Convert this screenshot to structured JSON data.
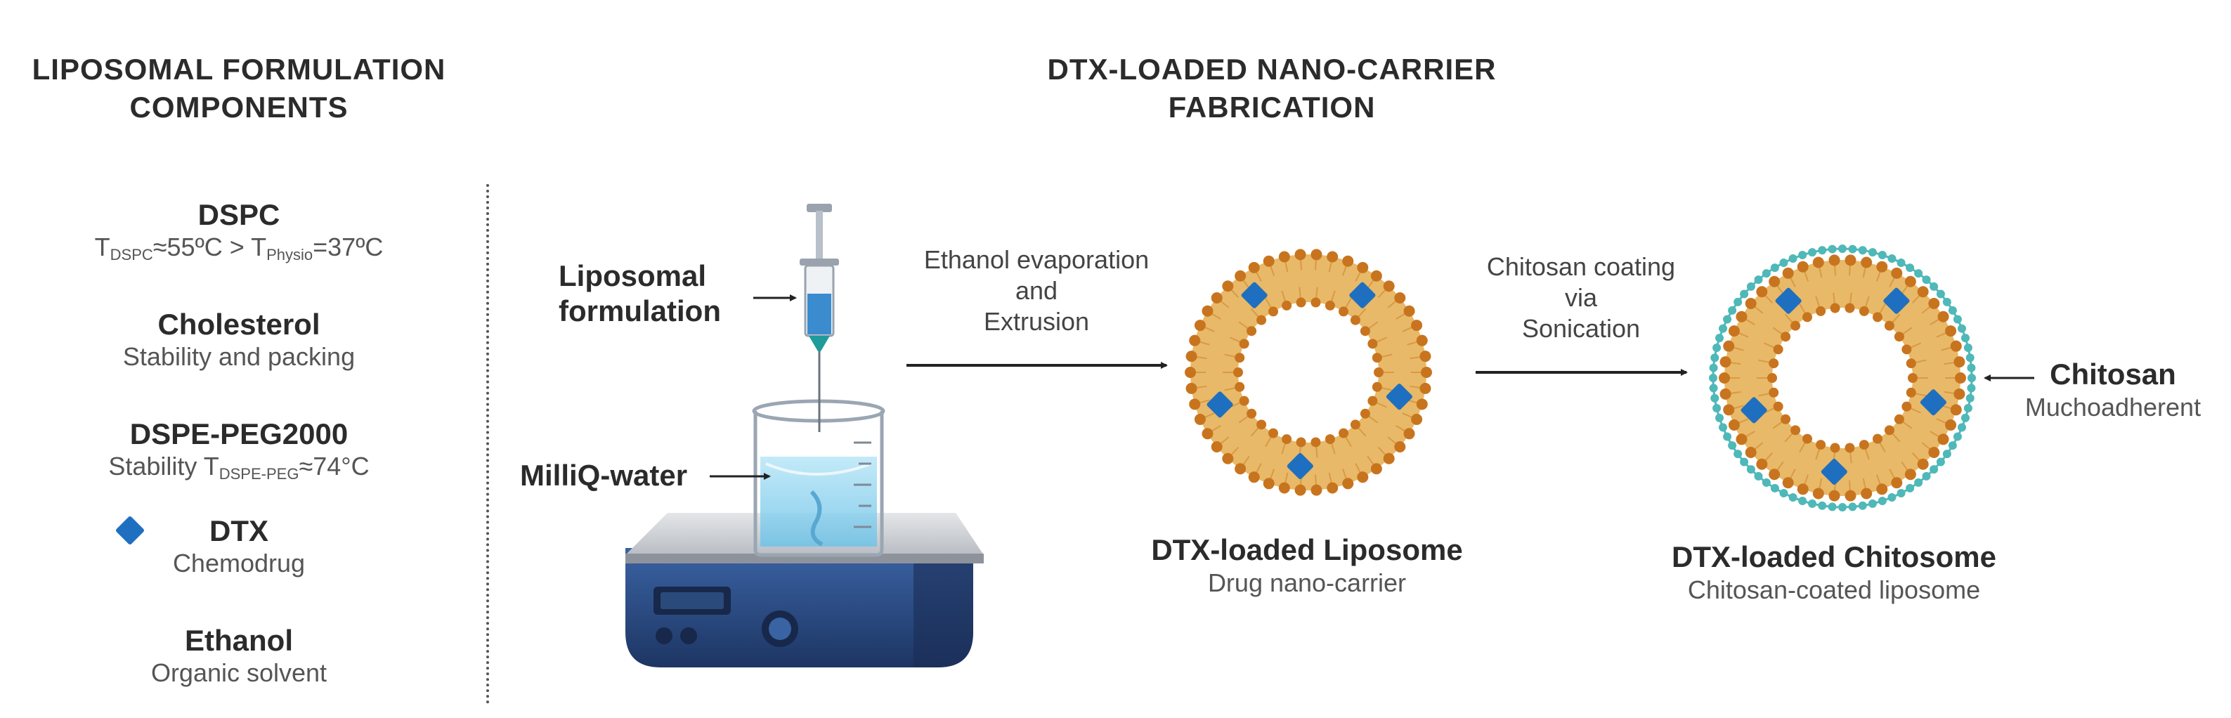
{
  "left_section": {
    "title_line1": "LIPOSOMAL FORMULATION",
    "title_line2": "COMPONENTS",
    "components": [
      {
        "name": "DSPC",
        "desc_t1": "T",
        "desc_sub1": "DSPC",
        "desc_mid": "≈55ºC > T",
        "desc_sub2": "Physio",
        "desc_end": "=37ºC"
      },
      {
        "name": "Cholesterol",
        "desc": "Stability and packing"
      },
      {
        "name": "DSPE-PEG2000",
        "desc_t1": "Stability T",
        "desc_sub1": "DSPE-PEG",
        "desc_end": "≈74°C"
      },
      {
        "name": "DTX",
        "desc": "Chemodrug"
      },
      {
        "name": "Ethanol",
        "desc": "Organic solvent"
      }
    ]
  },
  "right_section": {
    "title_line1": "DTX-LOADED NANO-CARRIER",
    "title_line2": "FABRICATION",
    "equipment_labels": {
      "syringe_line1": "Liposomal",
      "syringe_line2": "formulation",
      "beaker": "MilliQ-water"
    },
    "step1": {
      "line1": "Ethanol evaporation",
      "line2": "and",
      "line3": "Extrusion"
    },
    "step2": {
      "line1": "Chitosan coating",
      "line2": "via",
      "line3": "Sonication"
    },
    "liposome": {
      "name": "DTX-loaded Liposome",
      "desc": "Drug nano-carrier"
    },
    "chitosome": {
      "name": "DTX-loaded Chitosome",
      "desc": "Chitosan-coated liposome"
    },
    "chitosan_label": {
      "name": "Chitosan",
      "desc": "Muchoadherent"
    }
  },
  "colors": {
    "lipid_orange": "#c8741e",
    "lipid_tail": "#e8b968",
    "drug_blue": "#1f6fc0",
    "chitosan_teal": "#4fb8b8",
    "hotplate_blue": "#2c4f86",
    "water_blue": "#9dd6ef"
  }
}
